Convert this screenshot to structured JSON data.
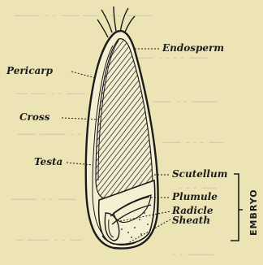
{
  "background_color": "#ece4b4",
  "ink_color": "#1c1c1c",
  "labels": {
    "endosperm": "Endosperm",
    "pericarp": "Pericarp",
    "cross_layer": "Cross",
    "testa": "Testa",
    "scutellum": "Scutellum",
    "plumule": "Plumule",
    "radicle": "Radicle",
    "sheath": "Sheath",
    "embryo": "EMBRYO"
  }
}
